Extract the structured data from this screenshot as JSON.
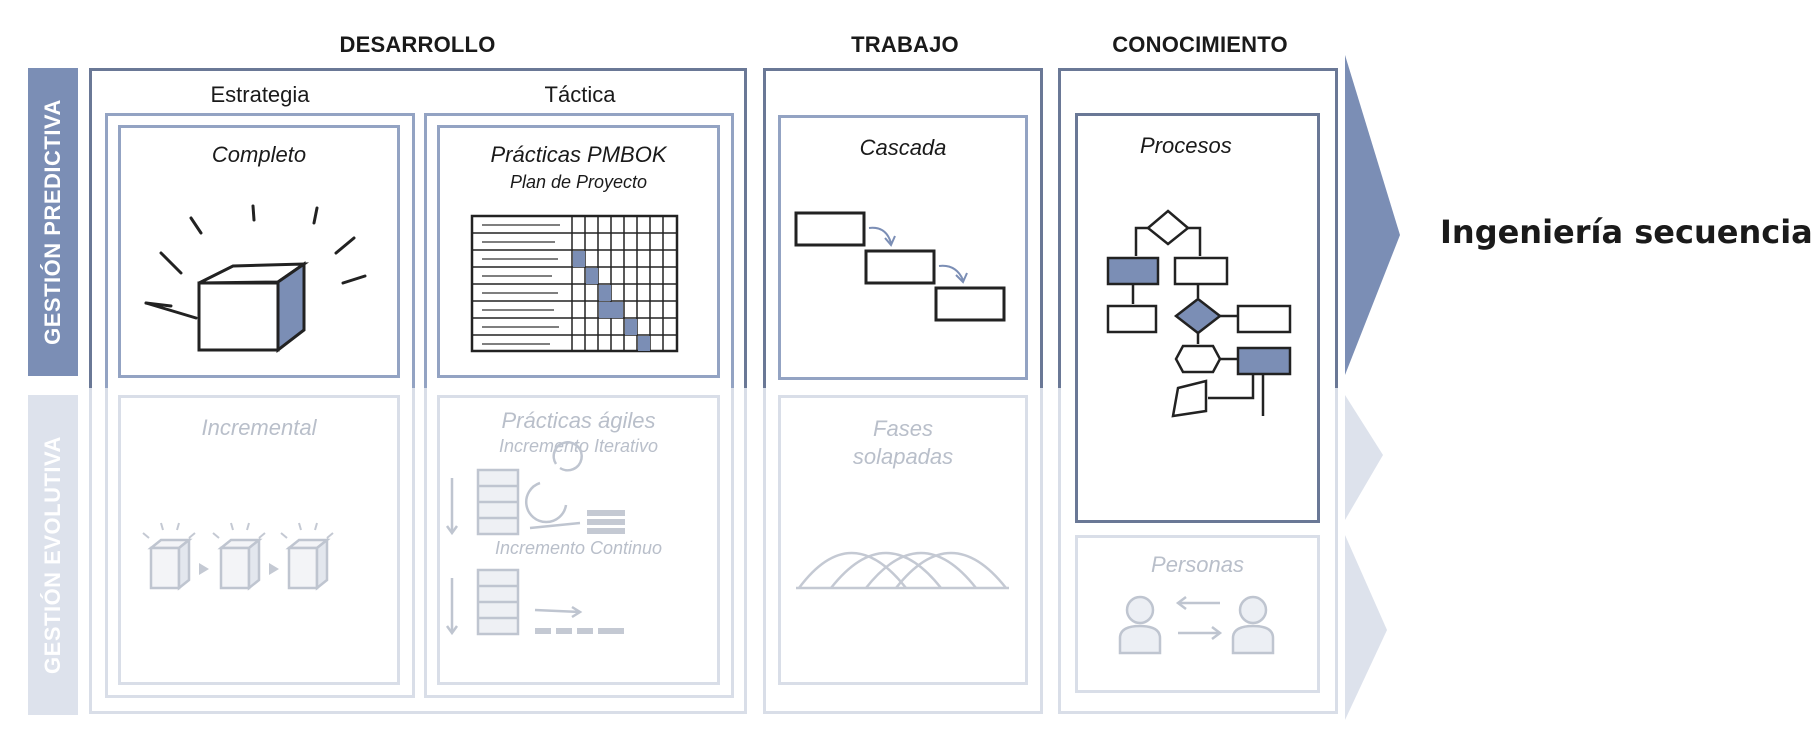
{
  "headers": {
    "desarrollo": "DESARROLLO",
    "trabajo": "TRABAJO",
    "conocimiento": "CONOCIMIENTO",
    "estrategia": "Estrategia",
    "tactica": "Táctica"
  },
  "rows": {
    "predictiva": "GESTIÓN PREDICTIVA",
    "evolutiva": "GESTIÓN EVOLUTIVA"
  },
  "cells": {
    "completo": "Completo",
    "practicas_pmbok": "Prácticas PMBOK",
    "plan_proyecto": "Plan de Proyecto",
    "cascada": "Cascada",
    "procesos": "Procesos",
    "incremental": "Incremental",
    "practicas_agiles": "Prácticas ágiles",
    "incremento_iterativo": "Incremento Iterativo",
    "incremento_continuo": "Incremento Continuo",
    "fases_solapadas_1": "Fases",
    "fases_solapadas_2": "solapadas",
    "personas": "Personas"
  },
  "result": {
    "title": "Ingeniería secuencial"
  },
  "colors": {
    "accent": "#7b8eb5",
    "frame_dark": "#6a7896",
    "frame_mid": "#93a3c3",
    "faded": "#d9dee8",
    "faded_text": "#b9bfca"
  }
}
